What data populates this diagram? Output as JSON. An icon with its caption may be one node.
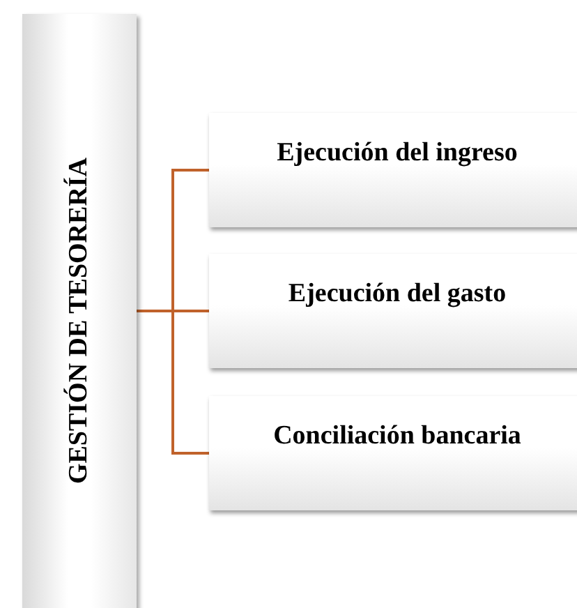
{
  "diagram": {
    "nodes": [
      {
        "text": [
          "GESTIÓN DE TESORERÍA"
        ]
      },
      {
        "text": [
          "Ejecución del ingreso"
        ]
      },
      {
        "text": [
          "Ejecución del gasto"
        ]
      },
      {
        "text": [
          "Conciliación bancaria"
        ]
      }
    ],
    "edges": [
      {
        "from": 0,
        "to": 1,
        "arrow": "none",
        "color": "#c0622b"
      },
      {
        "from": 0,
        "to": 2,
        "arrow": "none",
        "color": "#c0622b"
      },
      {
        "from": 0,
        "to": 3,
        "arrow": "none",
        "color": "#c0622b"
      }
    ]
  }
}
